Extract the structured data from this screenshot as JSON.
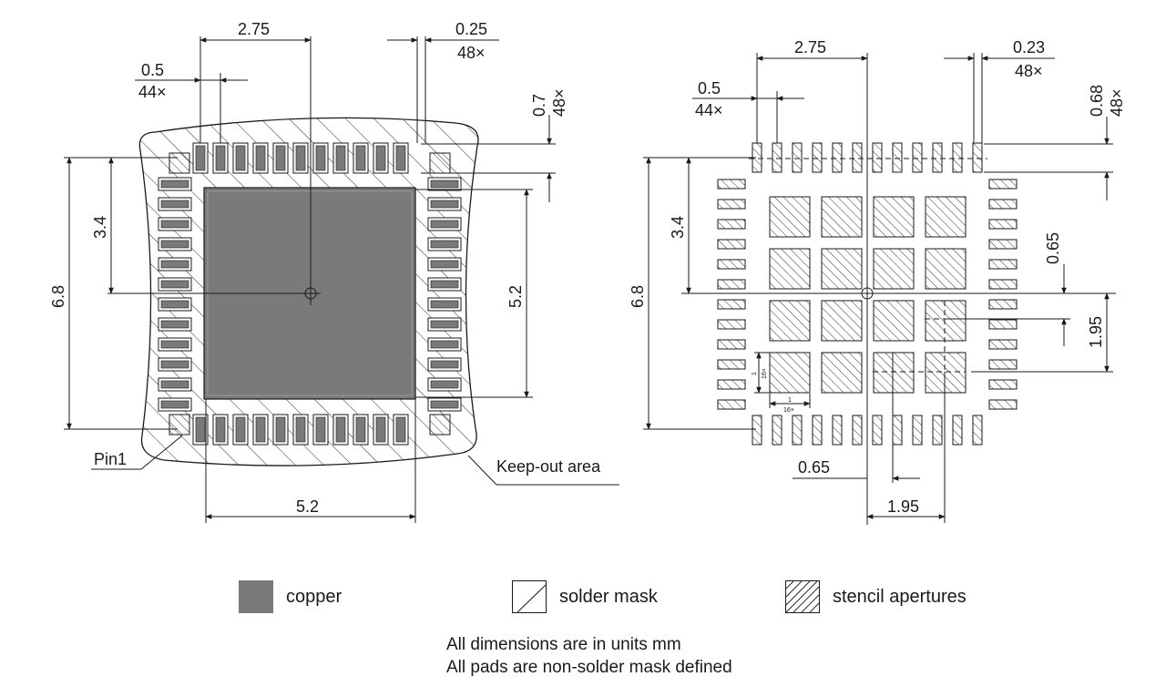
{
  "left": {
    "pitch_top": "0.5",
    "pitch_top_count": "44×",
    "half_span": "2.75",
    "pad_width": "0.25",
    "pad_width_count": "48×",
    "pad_length": "0.7",
    "pad_length_count": "48×",
    "half_height": "3.4",
    "total_height": "6.8",
    "epad_height": "5.2",
    "epad_width": "5.2",
    "pin1_label": "Pin1",
    "keepout_label": "Keep-out area"
  },
  "right": {
    "pitch_top": "0.5",
    "pitch_top_count": "44×",
    "half_span": "2.75",
    "aperture_width": "0.23",
    "aperture_width_count": "48×",
    "aperture_length": "0.68",
    "aperture_length_count": "48×",
    "half_height": "3.4",
    "total_height": "6.8",
    "grid_offset_v": "0.65",
    "grid_extent_v": "1.95",
    "grid_offset_h": "0.65",
    "grid_extent_h": "1.95",
    "cell_size_v": "1",
    "cell_size_v_count": "16×",
    "cell_size_h": "1",
    "cell_size_h_count": "16×"
  },
  "legend": {
    "copper": "copper",
    "solder_mask": "solder mask",
    "stencil": "stencil apertures"
  },
  "notes": {
    "line1": "All dimensions are in units mm",
    "line2": "All pads are non-solder mask defined"
  },
  "colors": {
    "copper": "#7a7a7a",
    "line": "#1a1a1a"
  }
}
